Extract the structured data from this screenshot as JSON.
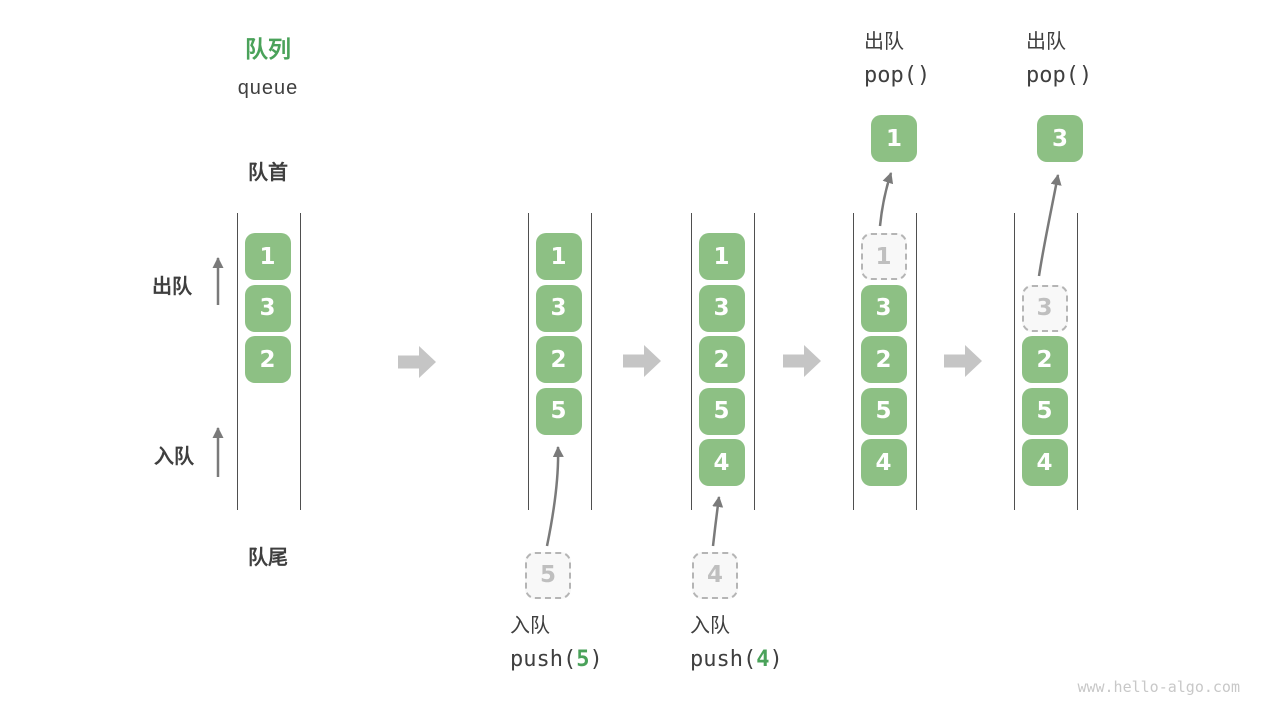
{
  "header": {
    "title_zh": "队列",
    "title_en": "queue"
  },
  "labels": {
    "front": "队首",
    "rear": "队尾",
    "dequeue_side": "出队",
    "enqueue_side": "入队"
  },
  "operations": [
    {
      "kind": "push",
      "label_zh": "入队",
      "code_open": "push(",
      "arg": "5",
      "code_close": ")"
    },
    {
      "kind": "push",
      "label_zh": "入队",
      "code_open": "push(",
      "arg": "4",
      "code_close": ")"
    },
    {
      "kind": "pop",
      "label_zh": "出队",
      "code": "pop()"
    },
    {
      "kind": "pop",
      "label_zh": "出队",
      "code": "pop()"
    }
  ],
  "columns": [
    {
      "id": 1,
      "cells": [
        {
          "slot": 0,
          "value": "1",
          "style": "solid"
        },
        {
          "slot": 1,
          "value": "3",
          "style": "solid"
        },
        {
          "slot": 2,
          "value": "2",
          "style": "solid"
        }
      ]
    },
    {
      "id": 2,
      "incoming": {
        "value": "5"
      },
      "cells": [
        {
          "slot": 0,
          "value": "1",
          "style": "solid"
        },
        {
          "slot": 1,
          "value": "3",
          "style": "solid"
        },
        {
          "slot": 2,
          "value": "2",
          "style": "solid"
        },
        {
          "slot": 3,
          "value": "5",
          "style": "solid"
        }
      ]
    },
    {
      "id": 3,
      "incoming": {
        "value": "4"
      },
      "cells": [
        {
          "slot": 0,
          "value": "1",
          "style": "solid"
        },
        {
          "slot": 1,
          "value": "3",
          "style": "solid"
        },
        {
          "slot": 2,
          "value": "2",
          "style": "solid"
        },
        {
          "slot": 3,
          "value": "5",
          "style": "solid"
        },
        {
          "slot": 4,
          "value": "4",
          "style": "solid"
        }
      ]
    },
    {
      "id": 4,
      "outgoing": {
        "value": "1"
      },
      "cells": [
        {
          "slot": 0,
          "value": "1",
          "style": "dashed"
        },
        {
          "slot": 1,
          "value": "3",
          "style": "solid"
        },
        {
          "slot": 2,
          "value": "2",
          "style": "solid"
        },
        {
          "slot": 3,
          "value": "5",
          "style": "solid"
        },
        {
          "slot": 4,
          "value": "4",
          "style": "solid"
        }
      ]
    },
    {
      "id": 5,
      "outgoing": {
        "value": "3"
      },
      "cells": [
        {
          "slot": 1,
          "value": "3",
          "style": "dashed"
        },
        {
          "slot": 2,
          "value": "2",
          "style": "solid"
        },
        {
          "slot": 3,
          "value": "5",
          "style": "solid"
        },
        {
          "slot": 4,
          "value": "4",
          "style": "solid"
        }
      ]
    }
  ],
  "watermark": "www.hello-algo.com",
  "colors": {
    "box_green": "#8DC084",
    "accent_green": "#4AA25A",
    "text_dark": "#3F3F3F",
    "muted_gray": "#BFBFBF",
    "thin_arrow_gray": "#7A7A7A",
    "block_arrow_gray": "#C5C5C5",
    "wall_gray": "#4F4F4F",
    "dashed_border_gray": "#B5B5B5",
    "dashed_fill": "#F8F8F8",
    "watermark_gray": "#C8C8C8"
  }
}
